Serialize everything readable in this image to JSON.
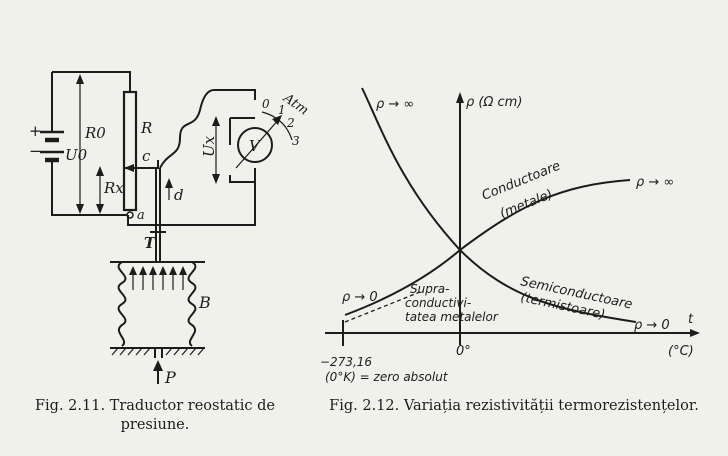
{
  "fig11": {
    "labels": {
      "r0": "R0",
      "r": "R",
      "c": "c",
      "rx": "Rx",
      "a": "a",
      "d": "d",
      "t": "T",
      "u0": "U0",
      "ux": "Ux",
      "v": "V",
      "b": "B",
      "p": "P",
      "atm": "Atm",
      "scale": [
        "0",
        "1",
        "2",
        "3"
      ],
      "plus": "+",
      "minus": "−"
    },
    "caption": "Fig. 2.11. Traductor reostatic de presiune."
  },
  "fig12": {
    "axis": {
      "ylabel": "ρ (Ω cm)",
      "xlabel_t": "t",
      "xunit": "(°C)",
      "zero": "0°",
      "absolute_value": "−273,16",
      "absolute_note": "(0°K) = zero absolut"
    },
    "curves": {
      "metals": [
        "Conductoare",
        "(metale)"
      ],
      "semis": [
        "Semiconductoare",
        "(termistoare)"
      ],
      "super": [
        "Supra-",
        "conductivi-",
        "tatea metalelor"
      ],
      "rho_inf": "ρ → ∞",
      "rho_zero": "ρ → 0"
    },
    "caption": "Fig. 2.12. Variația rezistivității termorezistențelor."
  }
}
